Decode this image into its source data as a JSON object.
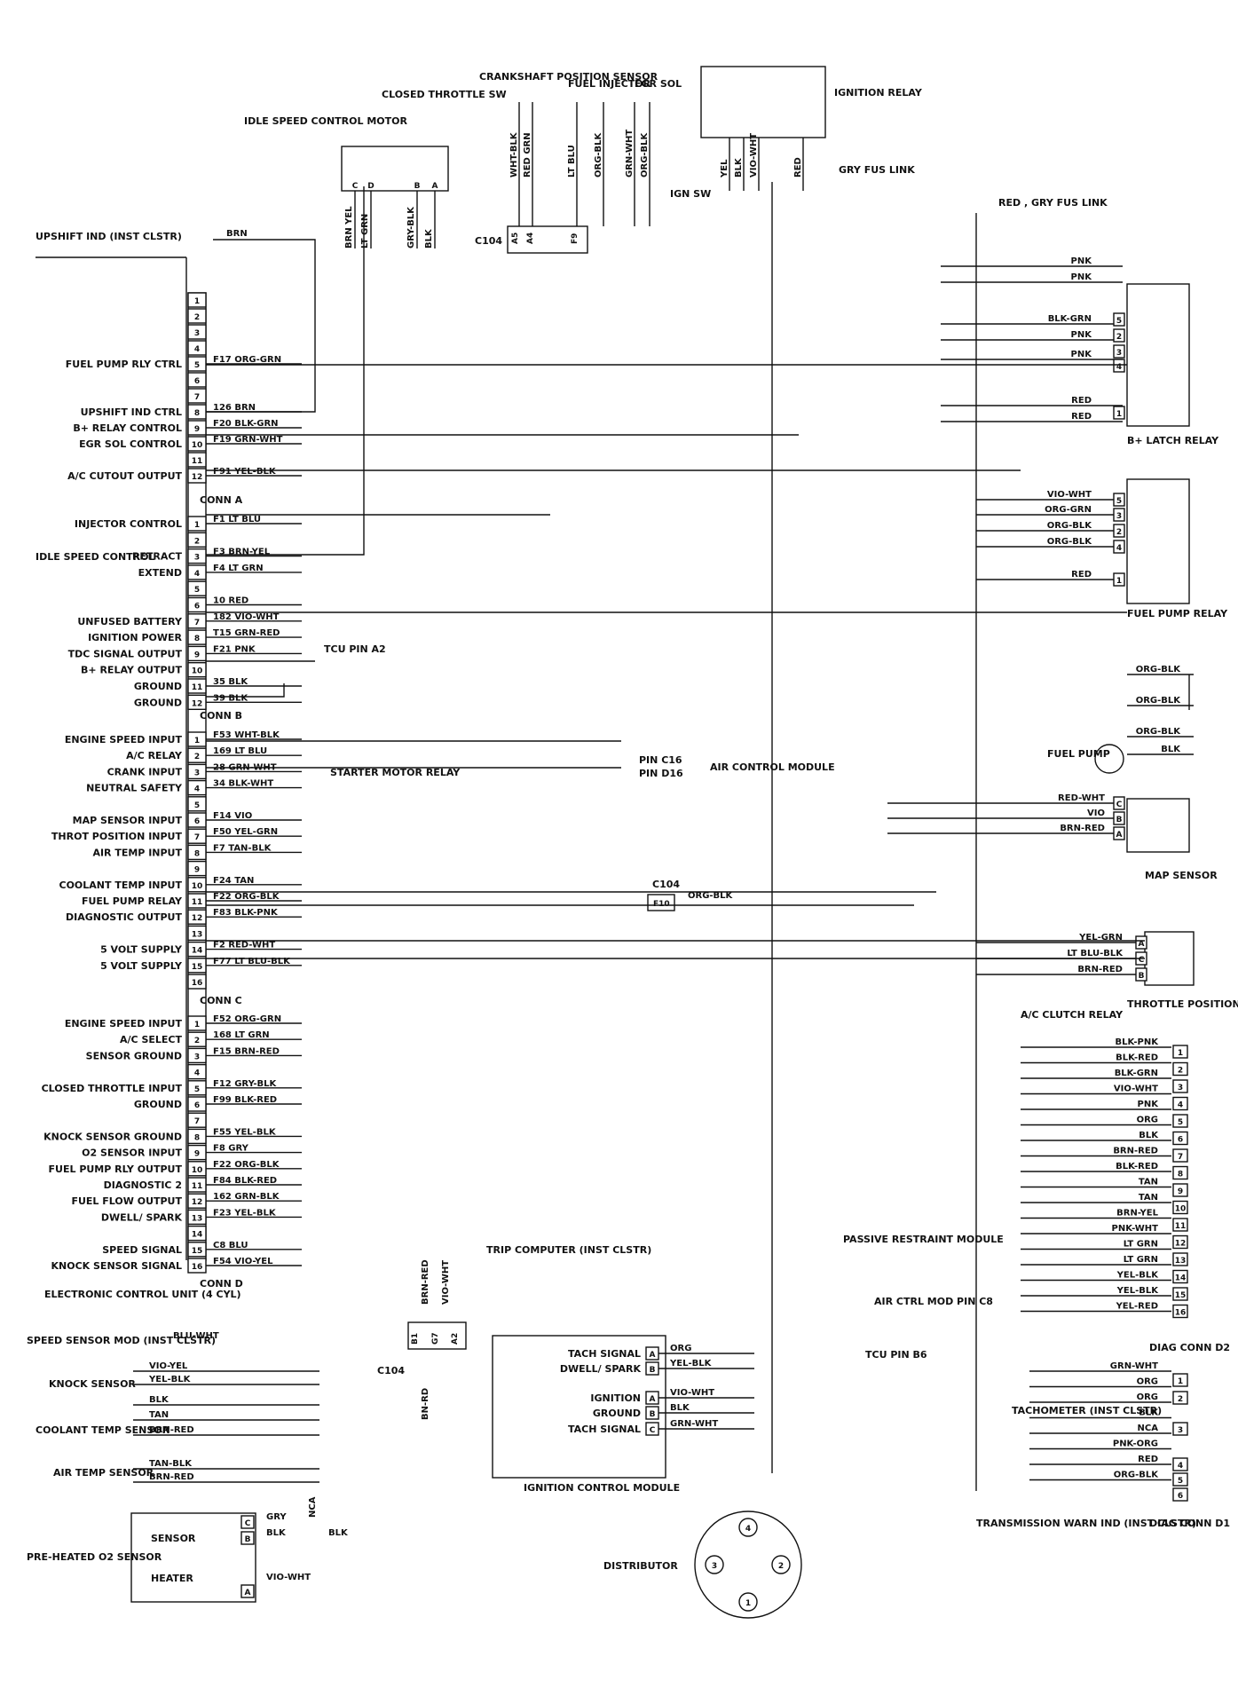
{
  "ecu": {
    "title": "ELECTRONIC CONTROL UNIT (4 CYL)",
    "conn_a": "CONN A",
    "conn_b": "CONN B",
    "conn_c": "CONN C",
    "conn_d": "CONN D",
    "pins": [
      {
        "pin": "1",
        "label": "",
        "wire": ""
      },
      {
        "pin": "2",
        "label": "",
        "wire": ""
      },
      {
        "pin": "3",
        "label": "",
        "wire": ""
      },
      {
        "pin": "4",
        "label": "",
        "wire": ""
      },
      {
        "pin": "5",
        "label": "FUEL PUMP RLY CTRL",
        "wire": "F17 ORG-GRN"
      },
      {
        "pin": "6",
        "label": "",
        "wire": ""
      },
      {
        "pin": "7",
        "label": "",
        "wire": ""
      },
      {
        "pin": "8",
        "label": "UPSHIFT IND CTRL",
        "wire": "126 BRN"
      },
      {
        "pin": "9",
        "label": "B+ RELAY CONTROL",
        "wire": "F20 BLK-GRN"
      },
      {
        "pin": "10",
        "label": "EGR SOL CONTROL",
        "wire": "F19 GRN-WHT"
      },
      {
        "pin": "11",
        "label": "",
        "wire": ""
      },
      {
        "pin": "12",
        "label": "A/C CUTOUT OUTPUT",
        "wire": "F91 YEL-BLK"
      },
      {
        "pin": "1",
        "label": "INJECTOR CONTROL",
        "wire": "F1 LT BLU"
      },
      {
        "pin": "2",
        "label": "",
        "wire": ""
      },
      {
        "pin": "3",
        "label": "RETRACT",
        "wire": "F3 BRN-YEL"
      },
      {
        "pin": "4",
        "label": "EXTEND",
        "wire": "F4 LT GRN"
      },
      {
        "pin": "5",
        "label": "",
        "wire": ""
      },
      {
        "pin": "6",
        "label": "",
        "wire": "10 RED"
      },
      {
        "pin": "7",
        "label": "UNFUSED BATTERY",
        "wire": "182 VIO-WHT"
      },
      {
        "pin": "8",
        "label": "IGNITION POWER",
        "wire": "T15 GRN-RED"
      },
      {
        "pin": "9",
        "label": "TDC SIGNAL OUTPUT",
        "wire": "F21 PNK"
      },
      {
        "pin": "10",
        "label": "B+ RELAY OUTPUT",
        "wire": ""
      },
      {
        "pin": "11",
        "label": "GROUND",
        "wire": "35 BLK"
      },
      {
        "pin": "12",
        "label": "GROUND",
        "wire": "39 BLK"
      },
      {
        "pin": "1",
        "label": "ENGINE SPEED INPUT",
        "wire": "F53 WHT-BLK"
      },
      {
        "pin": "2",
        "label": "A/C RELAY",
        "wire": "169 LT BLU"
      },
      {
        "pin": "3",
        "label": "CRANK INPUT",
        "wire": "28 GRN-WHT"
      },
      {
        "pin": "4",
        "label": "NEUTRAL SAFETY",
        "wire": "34 BLK-WHT"
      },
      {
        "pin": "5",
        "label": "",
        "wire": ""
      },
      {
        "pin": "6",
        "label": "MAP SENSOR INPUT",
        "wire": "F14 VIO"
      },
      {
        "pin": "7",
        "label": "THROT POSITION INPUT",
        "wire": "F50 YEL-GRN"
      },
      {
        "pin": "8",
        "label": "AIR TEMP INPUT",
        "wire": "F7 TAN-BLK"
      },
      {
        "pin": "9",
        "label": "",
        "wire": ""
      },
      {
        "pin": "10",
        "label": "COOLANT TEMP INPUT",
        "wire": "F24 TAN"
      },
      {
        "pin": "11",
        "label": "FUEL PUMP RELAY",
        "wire": "F22 ORG-BLK"
      },
      {
        "pin": "12",
        "label": "DIAGNOSTIC OUTPUT",
        "wire": "F83 BLK-PNK"
      },
      {
        "pin": "13",
        "label": "",
        "wire": ""
      },
      {
        "pin": "14",
        "label": "5 VOLT SUPPLY",
        "wire": "F2 RED-WHT"
      },
      {
        "pin": "15",
        "label": "5 VOLT SUPPLY",
        "wire": "F77 LT BLU-BLK"
      },
      {
        "pin": "16",
        "label": "",
        "wire": ""
      },
      {
        "pin": "1",
        "label": "ENGINE SPEED INPUT",
        "wire": "F52 ORG-GRN"
      },
      {
        "pin": "2",
        "label": "A/C SELECT",
        "wire": "168 LT GRN"
      },
      {
        "pin": "3",
        "label": "SENSOR GROUND",
        "wire": "F15 BRN-RED"
      },
      {
        "pin": "4",
        "label": "",
        "wire": ""
      },
      {
        "pin": "5",
        "label": "CLOSED THROTTLE INPUT",
        "wire": "F12 GRY-BLK"
      },
      {
        "pin": "6",
        "label": "GROUND",
        "wire": "F99 BLK-RED"
      },
      {
        "pin": "7",
        "label": "",
        "wire": ""
      },
      {
        "pin": "8",
        "label": "KNOCK SENSOR GROUND",
        "wire": "F55 YEL-BLK"
      },
      {
        "pin": "9",
        "label": "O2 SENSOR INPUT",
        "wire": "F8 GRY"
      },
      {
        "pin": "10",
        "label": "FUEL PUMP RLY OUTPUT",
        "wire": "F22 ORG-BLK"
      },
      {
        "pin": "11",
        "label": "DIAGNOSTIC 2",
        "wire": "F84 BLK-RED"
      },
      {
        "pin": "12",
        "label": "FUEL FLOW OUTPUT",
        "wire": "162 GRN-BLK"
      },
      {
        "pin": "13",
        "label": "DWELL/ SPARK",
        "wire": "F23 YEL-BLK"
      },
      {
        "pin": "14",
        "label": "",
        "wire": ""
      },
      {
        "pin": "15",
        "label": "SPEED SIGNAL",
        "wire": "C8 BLU"
      },
      {
        "pin": "16",
        "label": "KNOCK SENSOR SIGNAL",
        "wire": "F54 VIO-YEL"
      }
    ],
    "idle_speed_control": "IDLE SPEED CONTROL",
    "tcu_pin_a2": "TCU PIN A2",
    "starter_motor_relay": "STARTER MOTOR RELAY",
    "pin_c16": "PIN C16",
    "pin_d16": "PIN D16",
    "air_control_module": "AIR CONTROL MODULE"
  },
  "top": {
    "upshift_ind": "UPSHIFT IND (INST CLSTR)",
    "upshift_wire": "BRN",
    "idle_motor": "IDLE SPEED CONTROL MOTOR",
    "closed_throttle": "CLOSED THROTTLE SW",
    "isc_pins": [
      "C",
      "D",
      "B",
      "A"
    ],
    "isc_wires": [
      "BRN YEL",
      "LT GRN",
      "GRY-BLK",
      "BLK"
    ],
    "crank_sensor": "CRANKSHAFT POSITION SENSOR",
    "fuel_injector": "FUEL INJECTOR",
    "egr_sol": "EGR SOL",
    "top_wires": [
      "WHT-BLK",
      "RED GRN",
      "LT BLU",
      "ORG-BLK",
      "GRN-WHT",
      "ORG-BLK"
    ],
    "c104": "C104",
    "c104_pins": [
      "A5",
      "A4",
      "F9"
    ],
    "ignition_relay": "IGNITION RELAY",
    "ign_wires": [
      "YEL",
      "BLK",
      "VIO-WHT",
      "RED"
    ],
    "ign_sw": "IGN SW",
    "gry_fus_link": "GRY FUS LINK",
    "red_gry": "RED , GRY FUS LINK"
  },
  "b_latch": {
    "title": "B+ LATCH RELAY",
    "wires": [
      "PNK",
      "PNK",
      "BLK-GRN",
      "PNK",
      "PNK",
      "RED",
      "RED"
    ],
    "pins": [
      "5",
      "2",
      "3",
      "4",
      "1"
    ]
  },
  "fuel_pump_relay": {
    "title": "FUEL PUMP RELAY",
    "wires": [
      "VIO-WHT",
      "ORG-GRN",
      "ORG-BLK",
      "ORG-BLK",
      "RED"
    ],
    "pins": [
      "5",
      "3",
      "2",
      "4",
      "1"
    ]
  },
  "fuel_pump": {
    "title": "FUEL PUMP",
    "wires": [
      "ORG-BLK",
      "ORG-BLK",
      "ORG-BLK",
      "BLK"
    ]
  },
  "map_sensor": {
    "title": "MAP SENSOR",
    "wires": [
      "RED-WHT",
      "VIO",
      "BRN-RED"
    ],
    "pins": [
      "C",
      "B",
      "A"
    ]
  },
  "c104_f10": {
    "label": "C104",
    "pin": "F10",
    "wire": "ORG-BLK"
  },
  "tps": {
    "title": "THROTTLE POSITION SENSOR",
    "wires": [
      "YEL-GRN",
      "LT BLU-BLK",
      "BRN-RED"
    ],
    "pins": [
      "A",
      "C",
      "B"
    ]
  },
  "diag": {
    "ac_clutch": "A/C CLUTCH RELAY",
    "d2_wires": [
      "BLK-PNK",
      "BLK-RED",
      "BLK-GRN",
      "VIO-WHT",
      "PNK",
      "ORG",
      "BLK",
      "BRN-RED",
      "BLK-RED",
      "TAN",
      "TAN",
      "BRN-YEL",
      "PNK-WHT",
      "LT GRN",
      "LT GRN",
      "YEL-BLK",
      "YEL-BLK",
      "YEL-RED"
    ],
    "d2_pins": [
      "1",
      "2",
      "3",
      "4",
      "5",
      "6",
      "7",
      "8",
      "9",
      "10",
      "11",
      "12",
      "13",
      "14",
      "15",
      "16"
    ],
    "passive_restraint": "PASSIVE RESTRAINT MODULE",
    "air_ctrl_mod": "AIR CTRL MOD PIN C8",
    "tcu_pin_b6": "TCU PIN B6",
    "trip_computer": "TRIP COMPUTER (INST CLSTR)",
    "diag_conn_d2": "DIAG CONN D2",
    "d1_wires": [
      "GRN-WHT",
      "ORG",
      "ORG",
      "BLK",
      "NCA",
      "PNK-ORG",
      "RED",
      "ORG-BLK"
    ],
    "d1_pins": [
      "1",
      "2",
      "3",
      "4",
      "5",
      "6"
    ],
    "tachometer": "TACHOMETER (INST CLSTR)",
    "trans_warn": "TRANSMISSION WARN IND (INST CLSTR)",
    "diag_conn_d1": "DIAG CONN D1"
  },
  "bottom": {
    "speed_sensor": "SPEED SENSOR MOD (INST CLSTR)",
    "speed_wire": "BLU-WHT",
    "knock_sensor": "KNOCK SENSOR",
    "knock_wires": [
      "VIO-YEL",
      "YEL-BLK",
      "BLK"
    ],
    "coolant_sensor": "COOLANT TEMP SENSOR",
    "coolant_wires": [
      "TAN",
      "BRN-RED"
    ],
    "air_temp_sensor": "AIR TEMP SENSOR",
    "air_wires": [
      "TAN-BLK",
      "BRN-RED"
    ],
    "c104": "C104",
    "c104_pins": [
      "B1",
      "G7",
      "A2"
    ],
    "c104_wires": [
      "BRN-RED",
      "VIO-WHT",
      "BN-RD"
    ],
    "o2_sensor": "PRE-HEATED O2 SENSOR",
    "o2_sensor_part": "SENSOR",
    "o2_heater_part": "HEATER",
    "o2_pins": [
      "C",
      "B",
      "A"
    ],
    "o2_wires": [
      "GRY",
      "BLK",
      "BLK",
      "VIO-WHT",
      "NCA"
    ],
    "icm": "IGNITION CONTROL MODULE",
    "icm_labels": [
      "TACH SIGNAL",
      "DWELL/ SPARK",
      "IGNITION",
      "GROUND",
      "TACH SIGNAL"
    ],
    "icm_pins": [
      "A",
      "B",
      "A",
      "B",
      "C"
    ],
    "icm_wires": [
      "ORG",
      "YEL-BLK",
      "VIO-WHT",
      "BLK",
      "GRN-WHT"
    ],
    "distributor": "DISTRIBUTOR",
    "dist_pins": [
      "1",
      "2",
      "3",
      "4"
    ]
  }
}
